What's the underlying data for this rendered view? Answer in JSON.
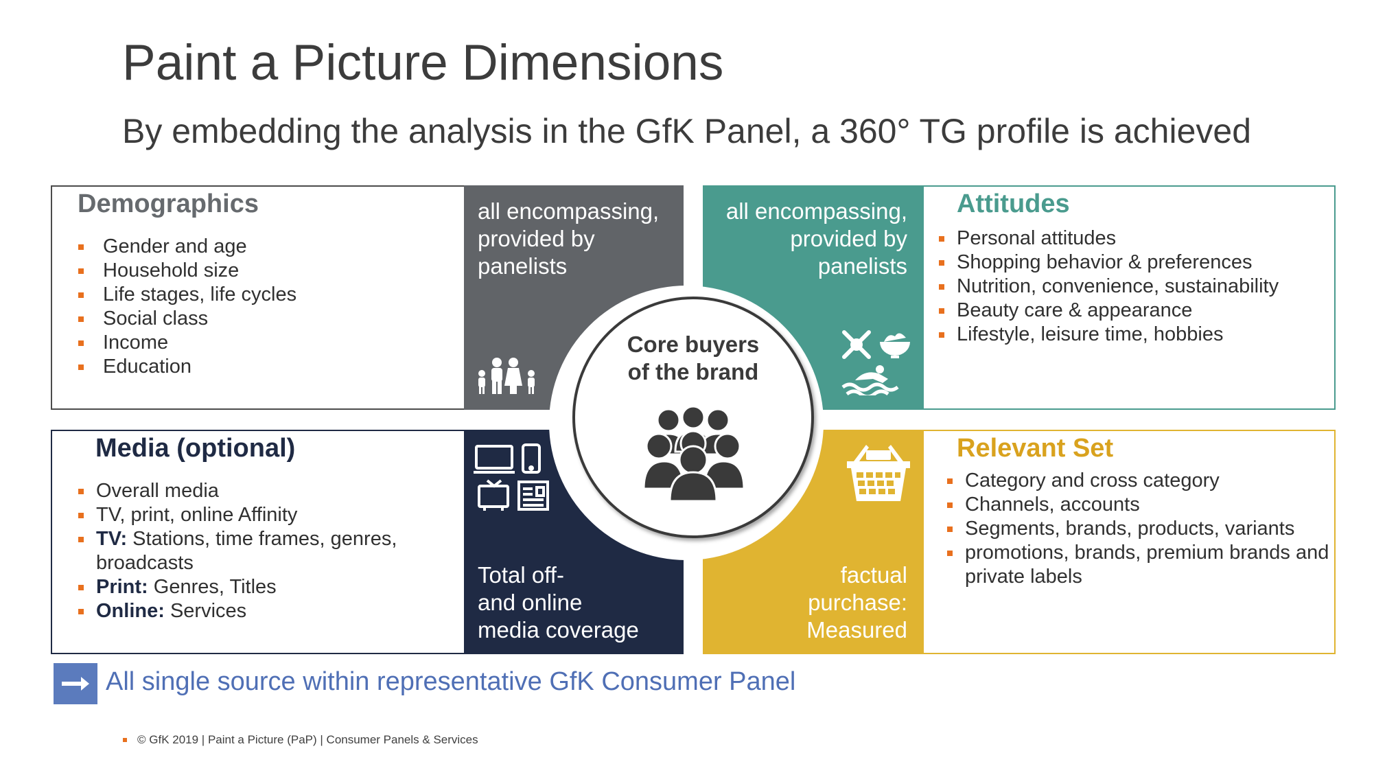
{
  "title": "Paint a Picture Dimensions",
  "subtitle": "By embedding the analysis in the GfK Panel, a 360° TG profile is achieved",
  "demographics": {
    "heading": "Demographics",
    "items": [
      "Gender and age",
      "Household size",
      "Life stages, life cycles",
      "Social class",
      "Income",
      "Education"
    ],
    "panel_lines": [
      "all encompassing,",
      "provided by",
      "panelists"
    ],
    "icon": "family-icon"
  },
  "attitudes": {
    "heading": "Attitudes",
    "items": [
      "Personal attitudes",
      "Shopping behavior & preferences",
      "Nutrition, convenience, sustainability",
      "Beauty care & appearance",
      "Lifestyle, leisure time, hobbies"
    ],
    "panel_lines": [
      "all encompassing,",
      "provided by",
      "panelists"
    ],
    "icon": "lifestyle-icon"
  },
  "media": {
    "heading": "Media (optional)",
    "items": [
      {
        "bold": "",
        "text": "Overall media"
      },
      {
        "bold": "",
        "text": "TV, print, online Affinity"
      },
      {
        "bold": "TV:",
        "text": " Stations, time frames, genres,",
        "cont": "broadcasts"
      },
      {
        "bold": "Print:",
        "text": " Genres, Titles"
      },
      {
        "bold": "Online:",
        "text": " Services"
      }
    ],
    "panel_lines": [
      "Total off-",
      "and online",
      "media coverage"
    ],
    "icon": "media-devices-icon"
  },
  "relevant_set": {
    "heading": "Relevant Set",
    "items": [
      {
        "text": "Category and cross category"
      },
      {
        "text": "Channels, accounts"
      },
      {
        "text": "Segments, brands, products, variants"
      },
      {
        "text": "promotions, brands, premium brands and",
        "cont": "private labels"
      }
    ],
    "panel_lines": [
      "factual",
      "purchase:",
      "Measured"
    ],
    "icon": "shopping-basket-icon"
  },
  "center": {
    "lines": [
      "Core buyers",
      "of the brand"
    ],
    "icon": "people-group-icon"
  },
  "footer": {
    "statement": "All single source within representative GfK Consumer Panel",
    "copyright": "© GfK 2019 | Paint a Picture (PaP) | Consumer Panels & Services"
  },
  "colors": {
    "gray": "#616468",
    "teal": "#4a9b8e",
    "navy": "#1f2a44",
    "gold": "#e0b431",
    "bullet": "#e8701e",
    "footer_blue": "#4f6fb5"
  }
}
